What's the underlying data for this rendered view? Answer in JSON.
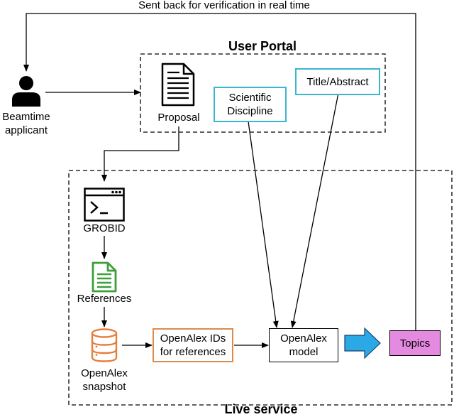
{
  "top_label": "Sent back for verification in real time",
  "user_portal": {
    "title": "User Portal",
    "proposal": "Proposal",
    "scientific_discipline": [
      "Scientific",
      "Discipline"
    ],
    "title_abstract": "Title/Abstract"
  },
  "applicant": [
    "Beamtime",
    "applicant"
  ],
  "live_service": {
    "title": "Live service",
    "grobid": "GROBID",
    "references": "References",
    "openalex_snapshot": [
      "OpenAlex",
      "snapshot"
    ],
    "openalex_ids": [
      "OpenAlex IDs",
      "for references"
    ],
    "openalex_model": [
      "OpenAlex",
      "model"
    ],
    "topics": "Topics"
  },
  "icons": {
    "person": "person-icon",
    "proposal": "document-icon",
    "grobid": "terminal-window-icon",
    "references": "green-document-icon",
    "snapshot": "database-icon",
    "flow": "blue-arrow-icon"
  },
  "colors": {
    "cyan_box": "#3ab6cf",
    "orange_box": "#e08a4a",
    "topics_fill": "#e48ae0",
    "arrow_blue": "#2ba8e6",
    "green_doc": "#3f9d3b",
    "orange_db": "#e67e3c"
  }
}
